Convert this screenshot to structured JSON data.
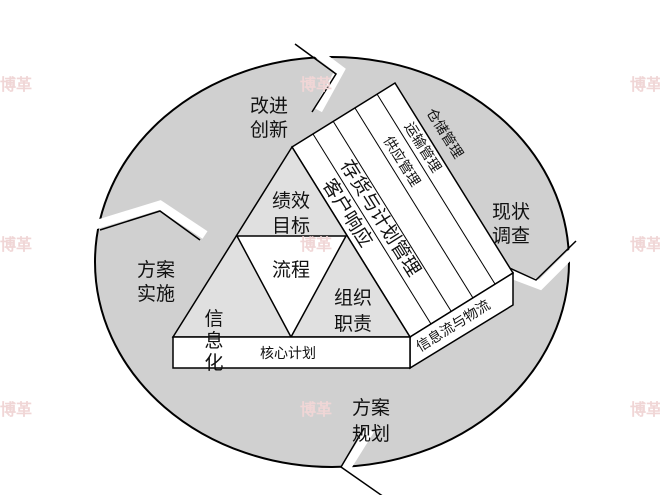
{
  "cycle": {
    "stages": [
      "改进\n创新",
      "现状\n调查",
      "方案\n规划",
      "方案\n实施"
    ],
    "colors": {
      "ring": "#d0d0d0",
      "outline": "#000000",
      "face_light": "#e0e0e0",
      "face_white": "#ffffff"
    }
  },
  "pyramid": {
    "top": "绩效\n目标",
    "center": "流程",
    "left": "信息\n化",
    "right": "组织\n职责",
    "base": "核心计划",
    "base_side": "信息流与物流",
    "roof_strips": [
      "存货与计划管理",
      "客户响应",
      "供应管理",
      "运输管理",
      "仓储管理"
    ]
  },
  "watermark": "博革"
}
